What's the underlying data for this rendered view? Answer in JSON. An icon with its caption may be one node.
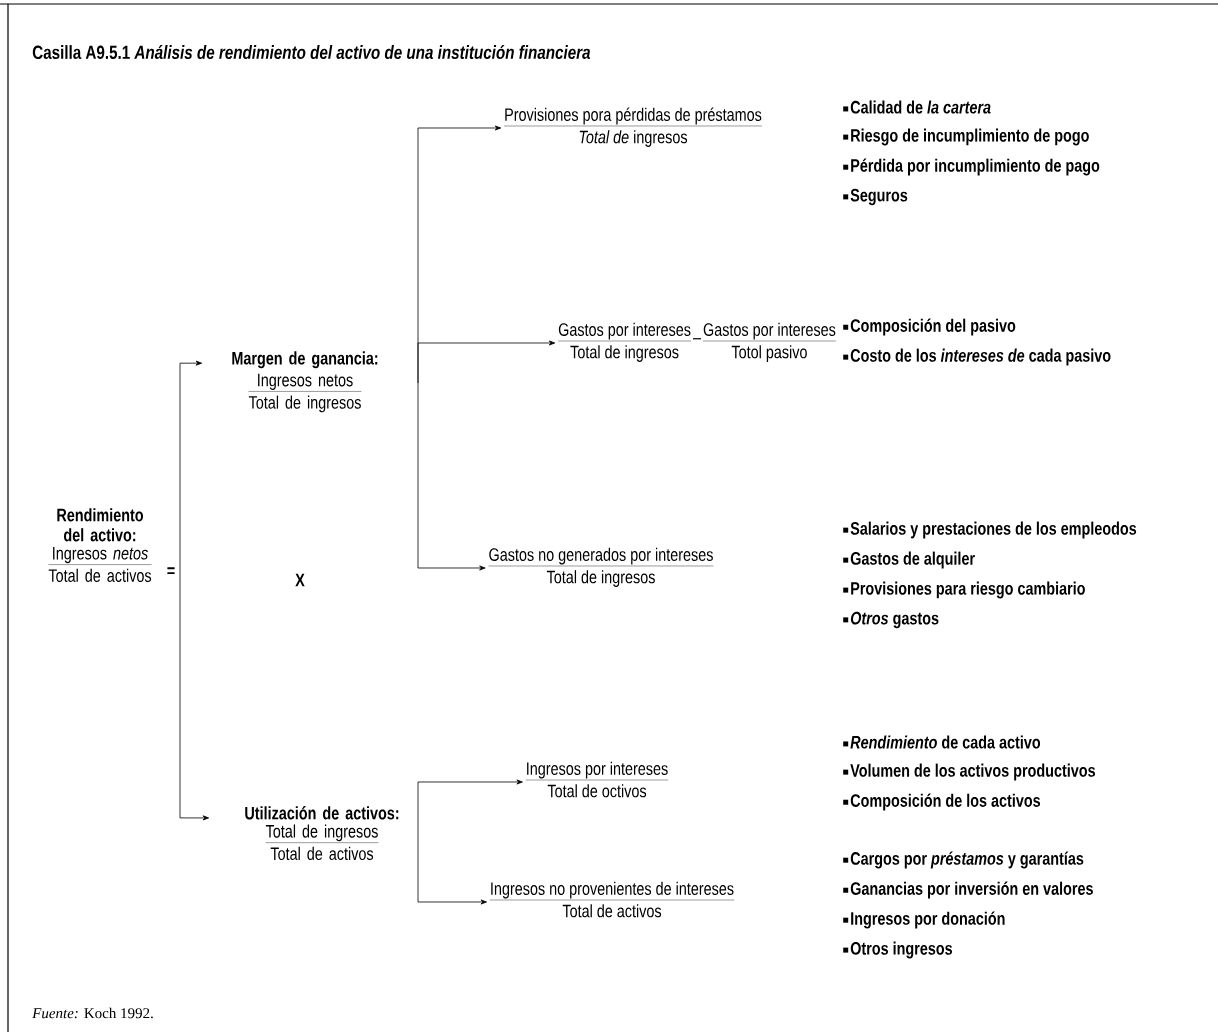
{
  "diagram": {
    "title": "Casilla A9.5.1 *Análisis de rendimiento del activo de una institución financiera*",
    "caption": "*Fuente:* Koch 1992.",
    "nodes": [
      {
        "text": [
          "Rendimiento del activo:",
          "Ingresos *netos*",
          "Total de activos"
        ]
      },
      {
        "text": [
          "Margen de ganancia:",
          "Ingresos netos",
          "Total de ingresos"
        ]
      },
      {
        "text": [
          "Provisiones pora pérdidas de préstamos",
          "*Total de* ingresos"
        ],
        "beside": [
          "Calidad de *la cartera*",
          "Riesgo de incumplimiento de pogo",
          "Pérdida por incumplimiento de pago",
          "Seguros"
        ]
      },
      {
        "text": [
          "Gastos por intereses",
          "Total de ingresos",
          "–",
          "Gastos por intereses",
          "Totol pasivo"
        ],
        "beside": [
          "Composición del pasivo",
          "Costo de los *intereses de* cada pasivo"
        ]
      },
      {
        "text": [
          "Gastos no generados por intereses",
          "Total de ingresos"
        ],
        "beside": [
          "Salarios y prestaciones de los empleodos",
          "Gastos de alquiler",
          "Provisiones para riesgo cambiario",
          "*Otros* gastos"
        ]
      },
      {
        "text": [
          "Utilización de activos:",
          "Total de ingresos",
          "Total de activos"
        ]
      },
      {
        "text": [
          "Ingresos por intereses",
          "Total de octivos"
        ],
        "beside": [
          "*Rendimiento* de cada activo",
          "Volumen de los activos productivos",
          "Composición de los activos"
        ]
      },
      {
        "text": [
          "Ingresos no provenientes de intereses",
          "Total de activos"
        ],
        "beside": [
          "Cargos por *préstamos* y garantías",
          "Ganancias por inversión en valores",
          "Ingresos por donación",
          "Otros ingresos"
        ]
      }
    ],
    "edges": [
      {
        "from": 0,
        "to": 1,
        "arrow": "to"
      },
      {
        "from": 0,
        "to": 5,
        "arrow": "to"
      },
      {
        "from": 1,
        "to": 2,
        "arrow": "to"
      },
      {
        "from": 1,
        "to": 3,
        "arrow": "to"
      },
      {
        "from": 1,
        "to": 4,
        "arrow": "to"
      },
      {
        "from": 5,
        "to": 6,
        "arrow": "to"
      },
      {
        "from": 5,
        "to": 7,
        "arrow": "to"
      }
    ],
    "labels": [
      "=",
      "X"
    ]
  }
}
